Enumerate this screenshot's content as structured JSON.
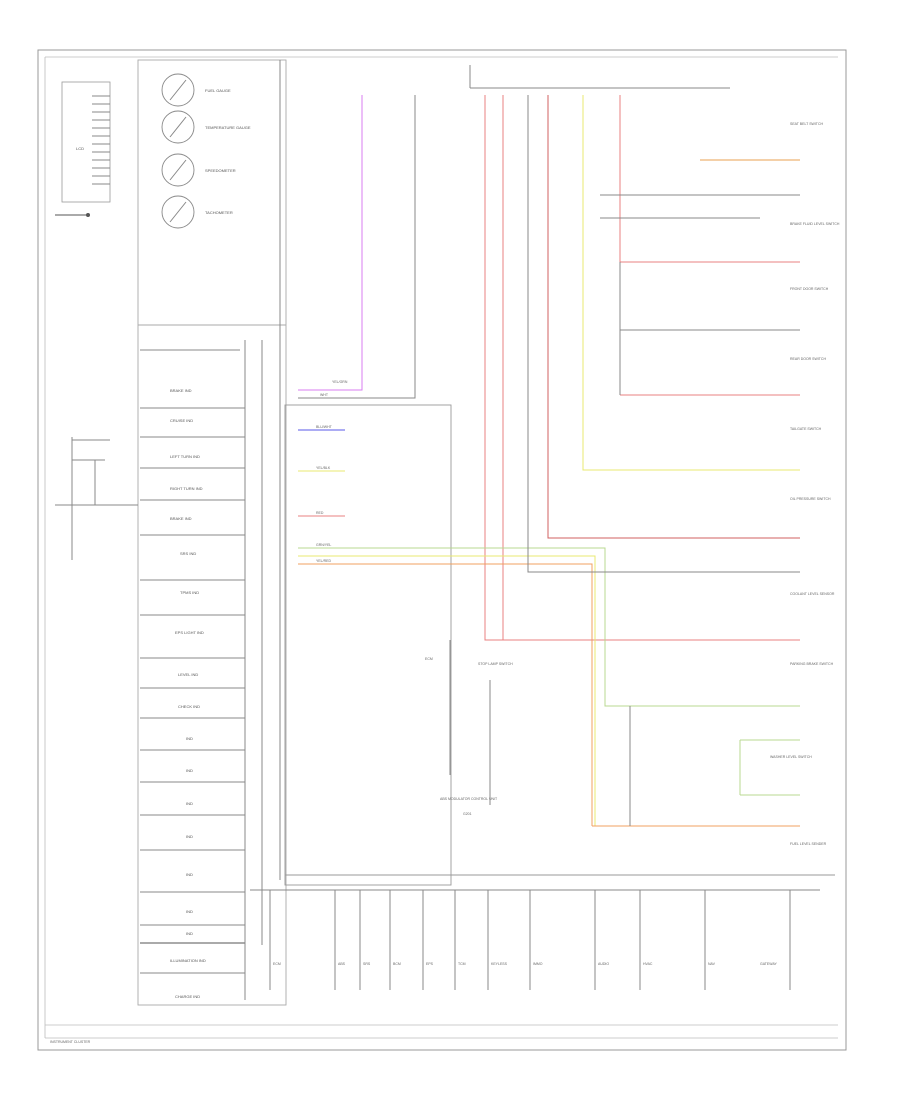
{
  "cluster": {
    "title": "INSTRUMENT CLUSTER",
    "gauges": [
      "FUEL GAUGE",
      "TEMPERATURE GAUGE",
      "SPEEDOMETER",
      "TACHOMETER"
    ],
    "lcd": "LCD",
    "indicators": [
      "BRAKE IND",
      "CRUISE IND",
      "LEFT TURN IND",
      "RIGHT TURN IND",
      "BRAKE IND",
      "SRS IND",
      "TPMS IND",
      "EPS LIGHT IND",
      "LEVEL IND",
      "CHECK IND",
      "IND",
      "IND",
      "IND",
      "IND",
      "IND",
      "IND",
      "IND",
      "ILLUMINATION IND",
      "CHARGE IND"
    ]
  },
  "wires": {
    "violet": "YEL/GRN",
    "white": "WHT",
    "blue": "BLU/WHT",
    "yellow": "YEL/BLK",
    "red": "RED",
    "green": "GRN/YEL",
    "orange": "YEL/RED"
  },
  "connectors": [
    "SEAT BELT SWITCH",
    "BRAKE FLUID LEVEL SWITCH",
    "FRONT DOOR SWITCH",
    "REAR DOOR SWITCH",
    "TAILGATE SWITCH",
    "OIL PRESSURE SWITCH",
    "COOLANT LEVEL SENSOR",
    "PARKING BRAKE SWITCH",
    "WASHER LEVEL SWITCH",
    "FUEL LEVEL SENDER"
  ],
  "bottom_modules": [
    "ECM",
    "ABS",
    "SRS",
    "BCM",
    "EPS",
    "TCM",
    "KEYLESS",
    "IMMO",
    "AUDIO",
    "HVAC",
    "NAV",
    "GATEWAY"
  ],
  "center_labels": {
    "ecm": "ECM",
    "brake_switch": "STOP LAMP SWITCH",
    "abs_module": "ABS MODULATOR CONTROL UNIT",
    "ground": "G201"
  }
}
